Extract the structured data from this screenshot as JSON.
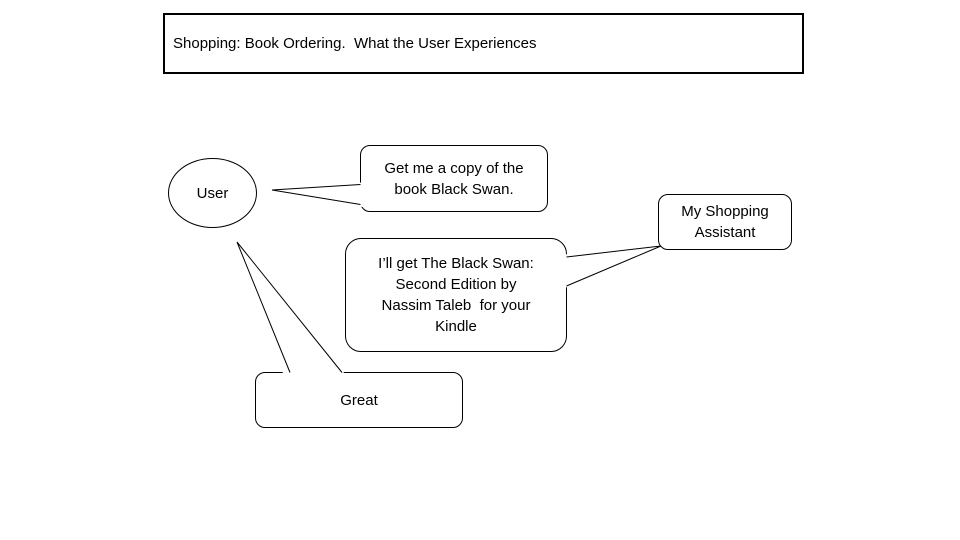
{
  "slide": {
    "title": "Shopping: Book Ordering.  What the User Experiences"
  },
  "actors": {
    "user": {
      "label": "User"
    },
    "assistant": {
      "label": "My Shopping\nAssistant"
    }
  },
  "speech_bubbles": {
    "user_request": {
      "text": "Get me a copy of the\nbook Black Swan."
    },
    "assistant_reply": {
      "text": "I’ll get The Black Swan:\nSecond Edition by\nNassim Taleb  for your\nKindle"
    },
    "user_response": {
      "text": "Great"
    }
  },
  "colors": {
    "background": "#ffffff",
    "shape_fill": "#ffffff",
    "stroke": "#000000",
    "text": "#000000"
  }
}
